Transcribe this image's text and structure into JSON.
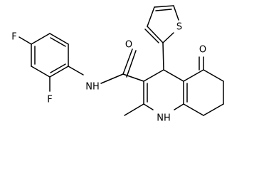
{
  "diagram": {
    "type": "chemical-structure",
    "atoms": {
      "F_top": "F",
      "F_ortho": "F",
      "NH_amide": "NH",
      "O_amide": "O",
      "S_thiophene": "S",
      "O_ketone": "O",
      "NH_ring": "NH"
    },
    "colors": {
      "bond": "#000000",
      "label": "#000000",
      "background": "#ffffff"
    }
  }
}
